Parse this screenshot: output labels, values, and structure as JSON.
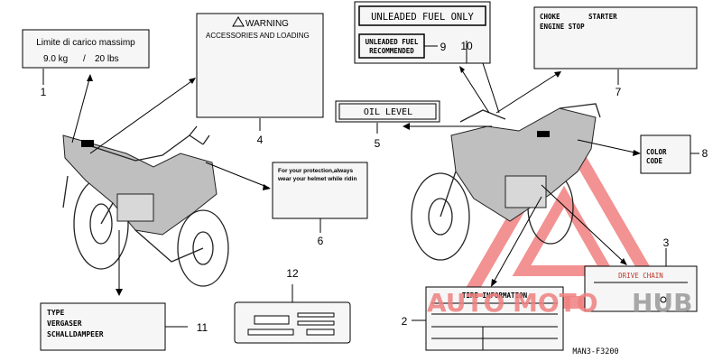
{
  "labels": {
    "l1": {
      "line1": "Limite di carico massimp",
      "weight_kg": "9.0 kg",
      "weight_lbs": "20 lbs"
    },
    "l4": {
      "title": "WARNING",
      "subtitle": "ACCESSORIES AND LOADING"
    },
    "l6": {
      "line1": "For your protection,always",
      "line2": "wear your helmet while ridin"
    },
    "l5": {
      "text": "OIL LEVEL"
    },
    "l10": {
      "text": "UNLEADED FUEL ONLY"
    },
    "l9": {
      "line1": "UNLEADED FUEL",
      "line2": "RECOMMENDED"
    },
    "l7": {
      "line1": "CHOKE",
      "line1b": "STARTER",
      "line2": "ENGINE STOP"
    },
    "l8": {
      "line1": "COLOR",
      "line2": "CODE"
    },
    "l3": {
      "text": "DRIVE CHAIN"
    },
    "l2": {
      "text": "TIRE INFORMATION"
    },
    "l11": {
      "line1": "TYPE",
      "line2": "VERGASER",
      "line3": "SCHALLDAMPEER"
    }
  },
  "callouts": [
    "1",
    "2",
    "3",
    "4",
    "5",
    "6",
    "7",
    "8",
    "9",
    "10",
    "11",
    "12"
  ],
  "diagram_code": "MAN3-F3200",
  "watermark": {
    "part1": "AUTO",
    "part2": "MOTO",
    "part3": "HUB",
    "color_main": "#f08080",
    "color_dark": "#9a9a9a"
  }
}
